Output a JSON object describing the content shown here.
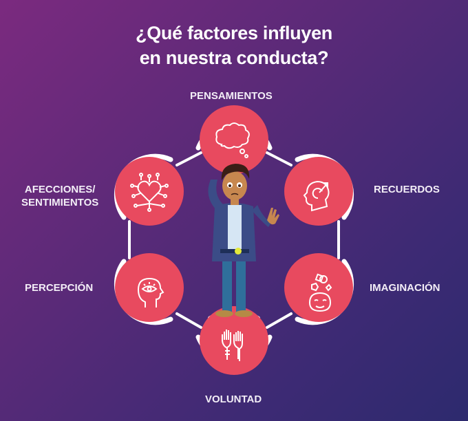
{
  "title": {
    "line1": "¿Qué factores influyen",
    "line2": "en nuestra conducta?"
  },
  "factors": [
    {
      "label": "PENSAMIENTOS",
      "icon": "thought-cloud-icon"
    },
    {
      "label": "RECUERDOS",
      "icon": "head-memory-icon"
    },
    {
      "label": "IMAGINACIÓN",
      "icon": "imagination-head-icon"
    },
    {
      "label": "VOLUNTAD",
      "icon": "raised-hands-icon"
    },
    {
      "label": "PERCEPCIÓN",
      "icon": "head-eye-icon"
    },
    {
      "label_line1": "AFECCIONES/",
      "label_line2": "SENTIMIENTOS",
      "icon": "heart-network-icon"
    }
  ],
  "colors": {
    "background_start": "#7b2a7f",
    "background_end": "#2d2a6e",
    "circle": "#e84a5f",
    "ring": "#ffffff",
    "text": "#ffffff"
  }
}
